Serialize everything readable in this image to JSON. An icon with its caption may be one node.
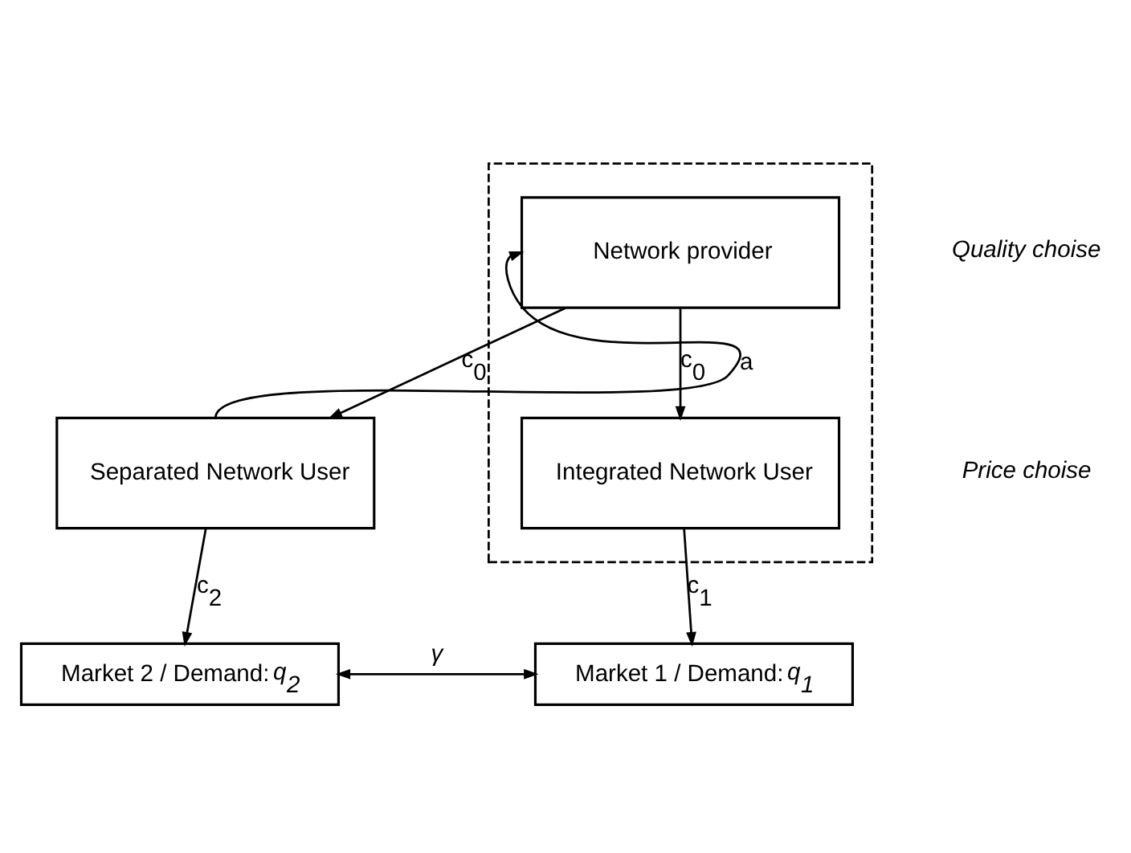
{
  "diagram": {
    "nodes": [
      {
        "text": [],
        "shape": "box"
      },
      {
        "text": [
          "Network provider"
        ],
        "in": 0
      },
      {
        "text": [
          "Separated Network User"
        ]
      },
      {
        "text": [
          "Integrated Network User"
        ],
        "in": 0
      },
      {
        "text": [
          "Market 2 / Demand: *q$_{2}$*"
        ]
      },
      {
        "text": [
          "Market 1 / Demand: *q$_{1}$*"
        ]
      }
    ],
    "edges": [
      {
        "from": 2,
        "to": 1,
        "arrow": "to",
        "label": "a"
      },
      {
        "from": 1,
        "to": 3,
        "arrow": "to",
        "label": "c$_{0}$"
      },
      {
        "from": 1,
        "to": 2,
        "arrow": "to",
        "label": "c$_{0}$"
      },
      {
        "from": 2,
        "to": 4,
        "arrow": "to",
        "label": "c$_{2}$"
      },
      {
        "from": 3,
        "to": 5,
        "arrow": "to",
        "label": "c$_{1}$"
      },
      {
        "from": 4,
        "to": 5,
        "arrow": "both",
        "label": "*γ*"
      }
    ],
    "labels": [
      "*Quality choise*",
      "*Price choise*"
    ]
  }
}
